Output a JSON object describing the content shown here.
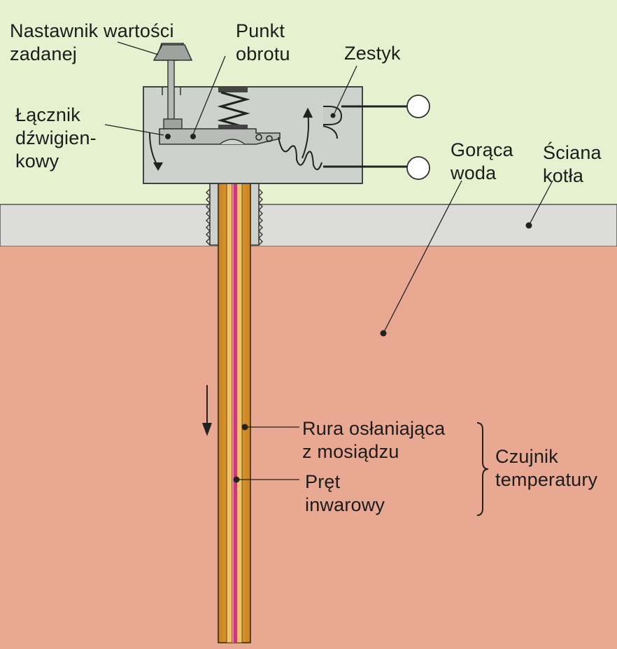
{
  "labels": {
    "setpoint": [
      "Nastawnik wartości",
      "zadanej"
    ],
    "pivot": [
      "Punkt",
      "obrotu"
    ],
    "contact": "Zestyk",
    "rocker": [
      "Łącznik",
      "dźwigien-",
      "kowy"
    ],
    "hot_water": [
      "Gorąca",
      "woda"
    ],
    "boiler_wall": [
      "Ściana",
      "kotła"
    ],
    "brass_tube": [
      "Rura osłaniająca",
      "z mosiądzu"
    ],
    "invar_rod": [
      "Pręt",
      "inwarowy"
    ],
    "sensor": [
      "Czujnik",
      "temperatury"
    ]
  },
  "colors": {
    "upper_background": "#e6f1cf",
    "boiler_wall": "#dcdddb",
    "hot_water": "#e9a891",
    "brass_tube": "#d9942a",
    "invar_rod": "#cc3a73",
    "switch_housing": "#cdd2cc",
    "rocker_lever": "#b9bcb8",
    "line": "#2a2a2a"
  }
}
